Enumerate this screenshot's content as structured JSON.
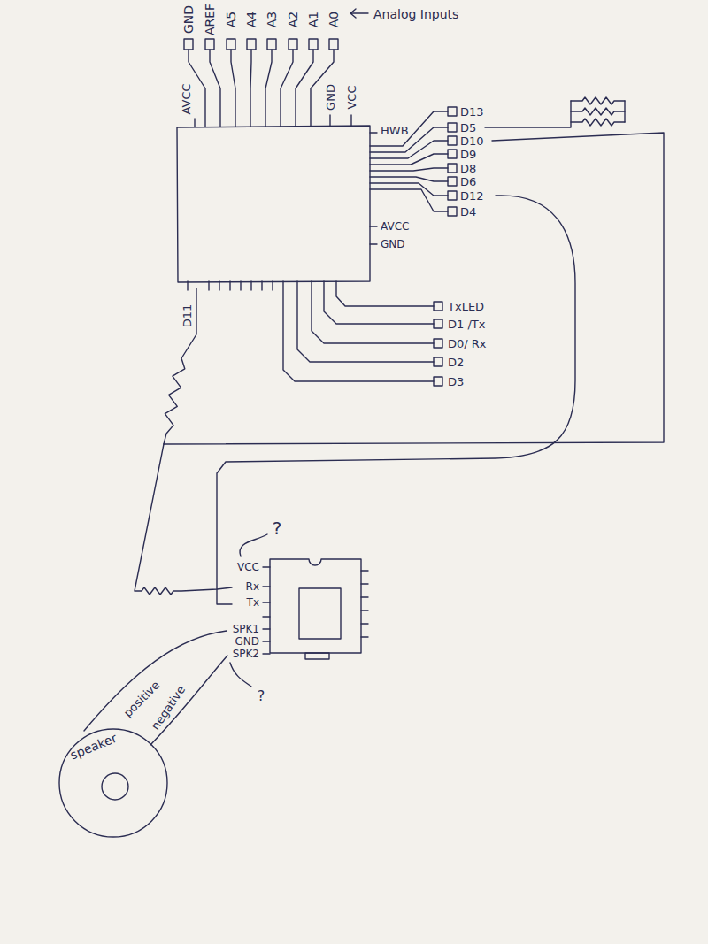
{
  "diagram": {
    "nodes": [
      {
        "text": [
          "speaker"
        ]
      }
    ],
    "labels": [
      "GND",
      "AREF",
      "A5",
      "A4",
      "A3",
      "A2",
      "A1",
      "A0",
      "Analog Inputs",
      "AVCC",
      "GND",
      "VCC",
      "HWB",
      "D13",
      "D5",
      "D10",
      "D9",
      "D8",
      "D6",
      "D12",
      "D4",
      "AVCC",
      "GND",
      "D11",
      "TxLED",
      "D1 /Tx",
      "D0/ Rx",
      "D2",
      "D3",
      "?",
      "VCC",
      "Rx",
      "Tx",
      "SPK1",
      "GND",
      "SPK2",
      "?",
      "positive",
      "negative"
    ]
  }
}
